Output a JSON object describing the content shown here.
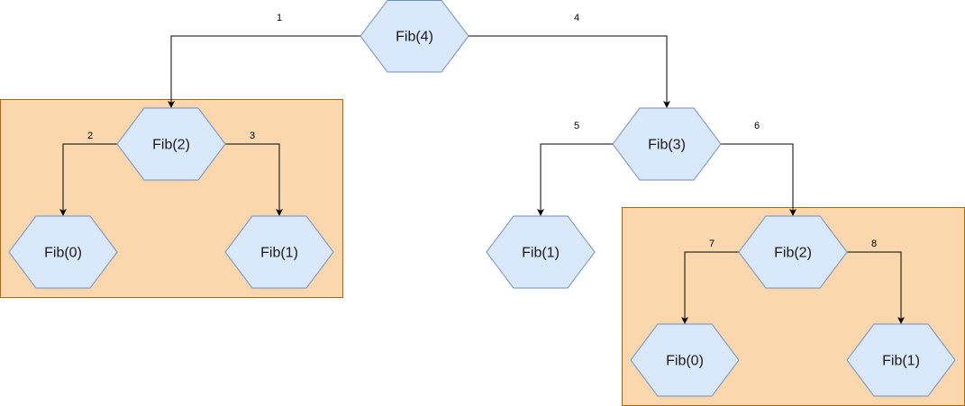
{
  "diagram": {
    "title": "Fibonacci recursion tree",
    "colors": {
      "node_fill": "#dae8fc",
      "node_stroke": "#6c8ebf",
      "group_fill": "#fad7ac",
      "group_stroke": "#b46504",
      "edge": "#000000"
    },
    "nodes": [
      {
        "id": "n_fib4",
        "label": "Fib(4)"
      },
      {
        "id": "n_fib2_left",
        "label": "Fib(2)"
      },
      {
        "id": "n_fib0_left",
        "label": "Fib(0)"
      },
      {
        "id": "n_fib1_left",
        "label": "Fib(1)"
      },
      {
        "id": "n_fib3",
        "label": "Fib(3)"
      },
      {
        "id": "n_fib1_mid",
        "label": "Fib(1)"
      },
      {
        "id": "n_fib2_right",
        "label": "Fib(2)"
      },
      {
        "id": "n_fib0_right",
        "label": "Fib(0)"
      },
      {
        "id": "n_fib1_right",
        "label": "Fib(1)"
      }
    ],
    "edges": [
      {
        "from": "n_fib4",
        "to": "n_fib2_left",
        "label": "1"
      },
      {
        "from": "n_fib2_left",
        "to": "n_fib0_left",
        "label": "2"
      },
      {
        "from": "n_fib2_left",
        "to": "n_fib1_left",
        "label": "3"
      },
      {
        "from": "n_fib4",
        "to": "n_fib3",
        "label": "4"
      },
      {
        "from": "n_fib3",
        "to": "n_fib1_mid",
        "label": "5"
      },
      {
        "from": "n_fib3",
        "to": "n_fib2_right",
        "label": "6"
      },
      {
        "from": "n_fib2_right",
        "to": "n_fib0_right",
        "label": "7"
      },
      {
        "from": "n_fib2_right",
        "to": "n_fib1_right",
        "label": "8"
      }
    ],
    "groups": [
      {
        "id": "g_left",
        "members": [
          "n_fib2_left",
          "n_fib0_left",
          "n_fib1_left"
        ]
      },
      {
        "id": "g_right",
        "members": [
          "n_fib2_right",
          "n_fib0_right",
          "n_fib1_right"
        ]
      }
    ]
  }
}
